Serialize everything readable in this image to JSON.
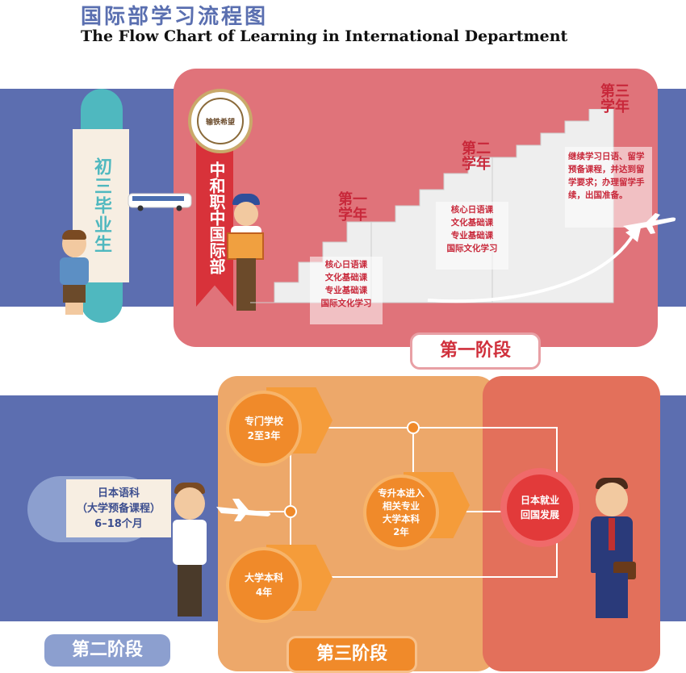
{
  "header": {
    "title_cn": "国际部学习流程图",
    "title_en": "The Flow Chart of Learning in International Department"
  },
  "stage1": {
    "start_label": "初三毕业生",
    "school_label": "中和职中国际部",
    "badge_text": "输铁希望",
    "year1": {
      "title": "第一学年",
      "courses": [
        "核心日语课",
        "文化基础课",
        "专业基础课",
        "国际文化学习"
      ]
    },
    "year2": {
      "title": "第二学年",
      "courses": [
        "核心日语课",
        "文化基础课",
        "专业基础课",
        "国际文化学习"
      ]
    },
    "year3": {
      "title": "第三学年",
      "desc": "继续学习日语、留学预备课程，并达到留学要求；办理留学手续，出国准备。"
    },
    "stage_label": "第一阶段"
  },
  "stage2": {
    "box_lines": [
      "日本语科",
      "（大学预备课程）",
      "6–18个月"
    ],
    "stage_label": "第二阶段"
  },
  "stage3": {
    "vocational": [
      "专门学校",
      "2至3年"
    ],
    "university": [
      "大学本科",
      "4年"
    ],
    "transfer": [
      "专升本进入",
      "相关专业",
      "大学本科",
      "2年"
    ],
    "stage_label": "第三阶段"
  },
  "outcome": {
    "lines": [
      "日本就业",
      "回国发展"
    ]
  },
  "colors": {
    "band_blue": "#5c6eb0",
    "pink_panel": "#e0737a",
    "orange_panel": "#eda86a",
    "red_panel": "#e3705b",
    "teal": "#4fb8bf",
    "circle_orange": "#f08a2a",
    "circle_red": "#e23a3a"
  }
}
